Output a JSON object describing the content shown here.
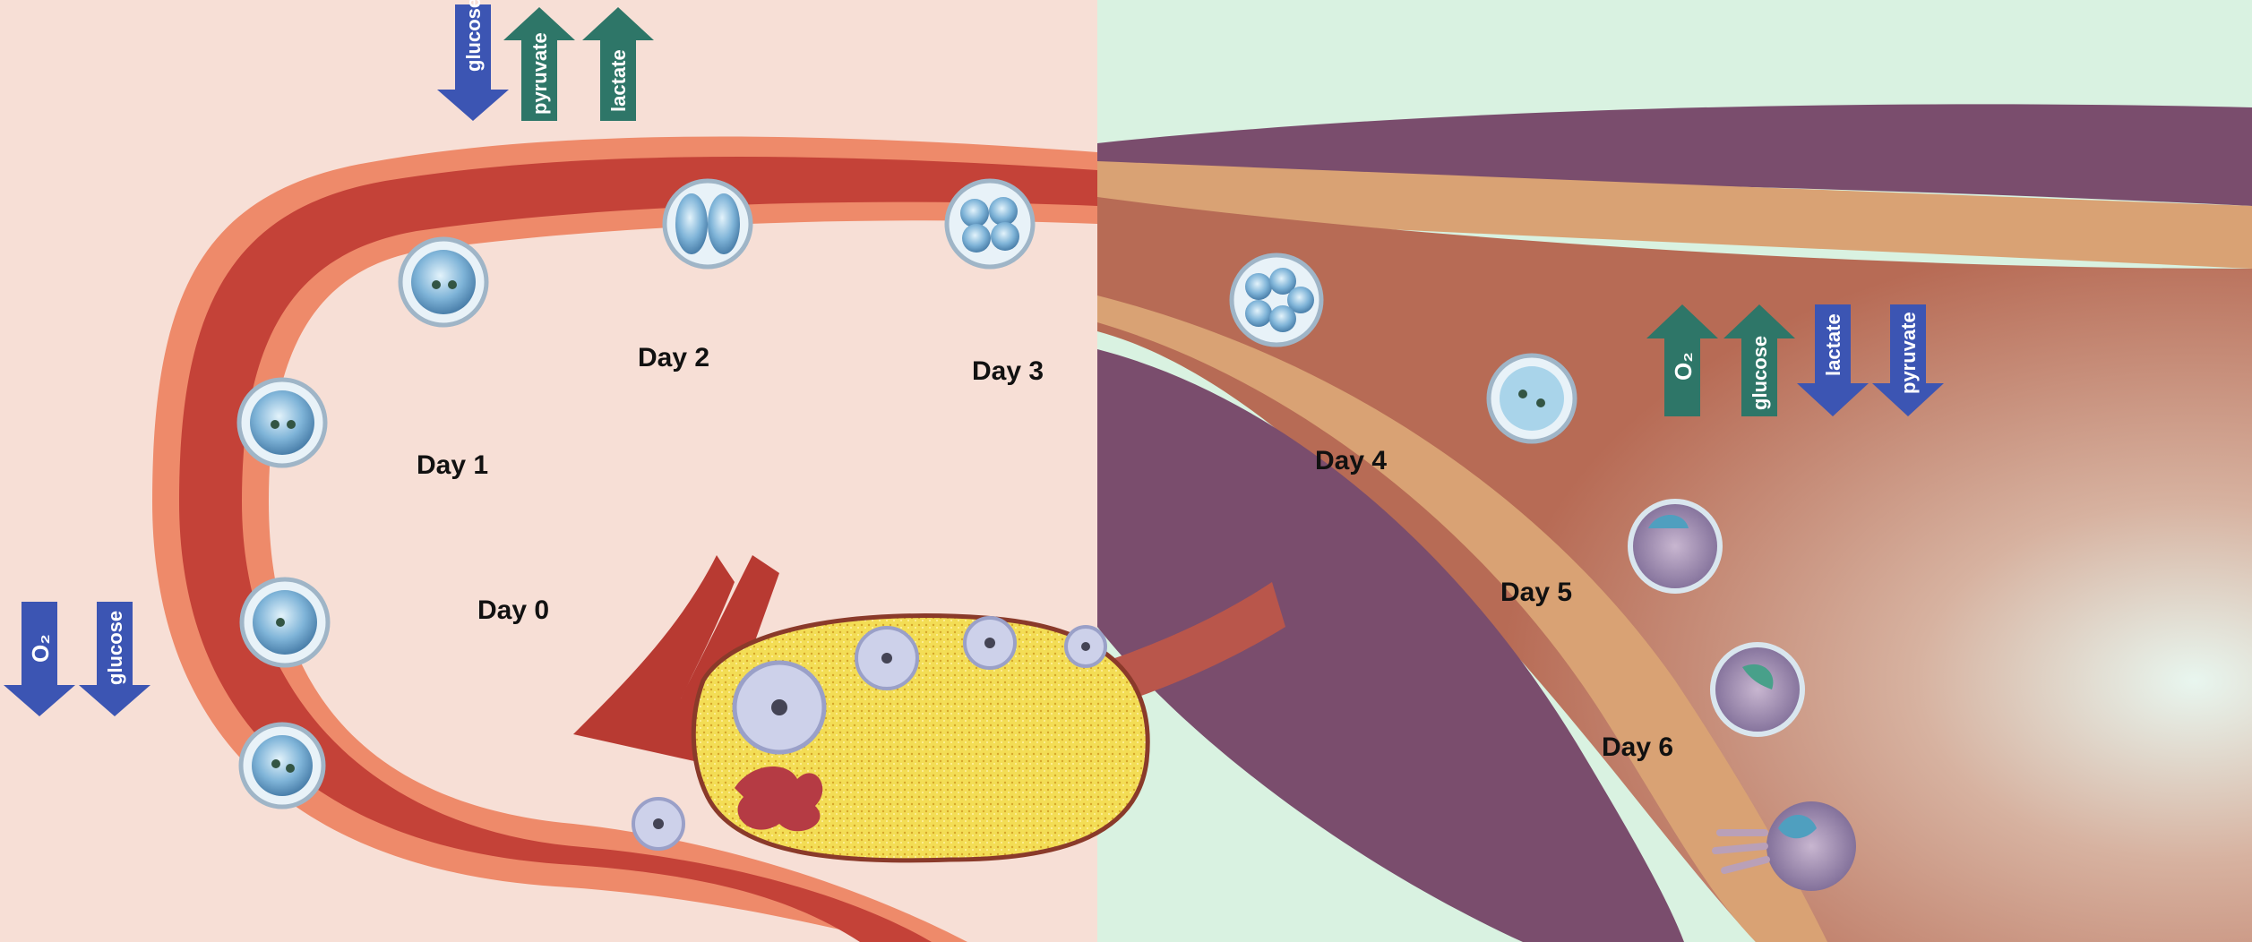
{
  "colors": {
    "oviduct_bg": "#f7dfd6",
    "uterus_bg": "#d9f2e1",
    "tube_red": "#c44238",
    "tube_outer": "#ee8a6a",
    "uterine_wall": "#b76b55",
    "myometrium": "#7a4d6d",
    "endometrium_band": "#d9a274",
    "ovary": "#f3dd55",
    "arrow_down": "#3c55b3",
    "arrow_up": "#2e7668"
  },
  "days": {
    "day0": "Day 0",
    "day1": "Day 1",
    "day2": "Day 2",
    "day3": "Day 3",
    "day4": "Day 4",
    "day5": "Day 5",
    "day6": "Day 6"
  },
  "arrows": {
    "top": {
      "glucose": "glucose",
      "pyruvate": "pyruvate",
      "lactate": "lactate"
    },
    "left": {
      "o2": "O₂",
      "glucose": "glucose"
    },
    "right": {
      "o2": "O₂",
      "glucose": "glucose",
      "lactate": "lactate",
      "pyruvate": "pyruvate"
    }
  }
}
